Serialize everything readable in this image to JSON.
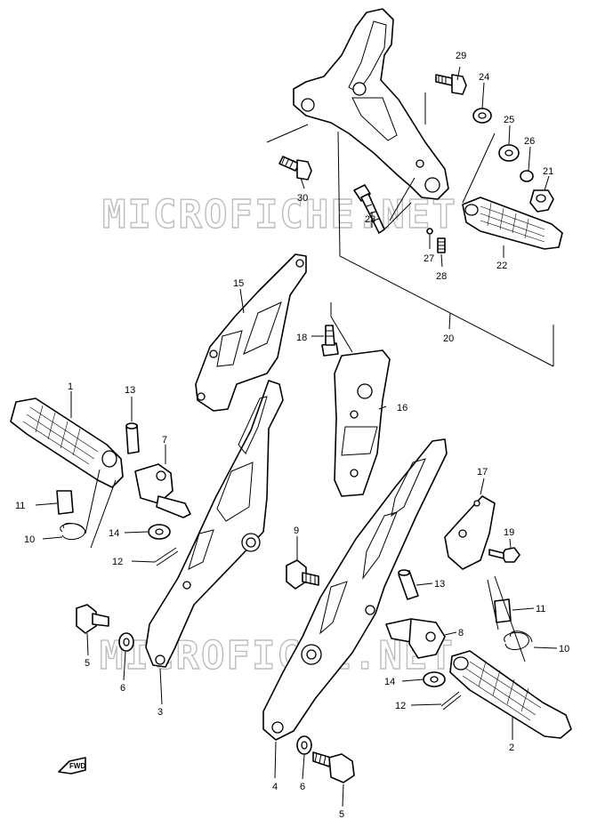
{
  "watermark": "MICROFICHE.NET",
  "fwd_label": "FWD",
  "callouts": [
    {
      "id": "c1",
      "label": "1"
    },
    {
      "id": "c2",
      "label": "2"
    },
    {
      "id": "c3",
      "label": "3"
    },
    {
      "id": "c4",
      "label": "4"
    },
    {
      "id": "c5a",
      "label": "5"
    },
    {
      "id": "c5b",
      "label": "5"
    },
    {
      "id": "c6a",
      "label": "6"
    },
    {
      "id": "c6b",
      "label": "6"
    },
    {
      "id": "c7",
      "label": "7"
    },
    {
      "id": "c8",
      "label": "8"
    },
    {
      "id": "c9",
      "label": "9"
    },
    {
      "id": "c10a",
      "label": "10"
    },
    {
      "id": "c10b",
      "label": "10"
    },
    {
      "id": "c11a",
      "label": "11"
    },
    {
      "id": "c11b",
      "label": "11"
    },
    {
      "id": "c12a",
      "label": "12"
    },
    {
      "id": "c12b",
      "label": "12"
    },
    {
      "id": "c13a",
      "label": "13"
    },
    {
      "id": "c13b",
      "label": "13"
    },
    {
      "id": "c14a",
      "label": "14"
    },
    {
      "id": "c14b",
      "label": "14"
    },
    {
      "id": "c15",
      "label": "15"
    },
    {
      "id": "c16",
      "label": "16"
    },
    {
      "id": "c17",
      "label": "17"
    },
    {
      "id": "c18",
      "label": "18"
    },
    {
      "id": "c19",
      "label": "19"
    },
    {
      "id": "c20",
      "label": "20"
    },
    {
      "id": "c21",
      "label": "21"
    },
    {
      "id": "c22",
      "label": "22"
    },
    {
      "id": "c23",
      "label": "23"
    },
    {
      "id": "c24",
      "label": "24"
    },
    {
      "id": "c25",
      "label": "25"
    },
    {
      "id": "c26",
      "label": "26"
    },
    {
      "id": "c27",
      "label": "27"
    },
    {
      "id": "c28",
      "label": "28"
    },
    {
      "id": "c29",
      "label": "29"
    },
    {
      "id": "c30",
      "label": "30"
    }
  ]
}
